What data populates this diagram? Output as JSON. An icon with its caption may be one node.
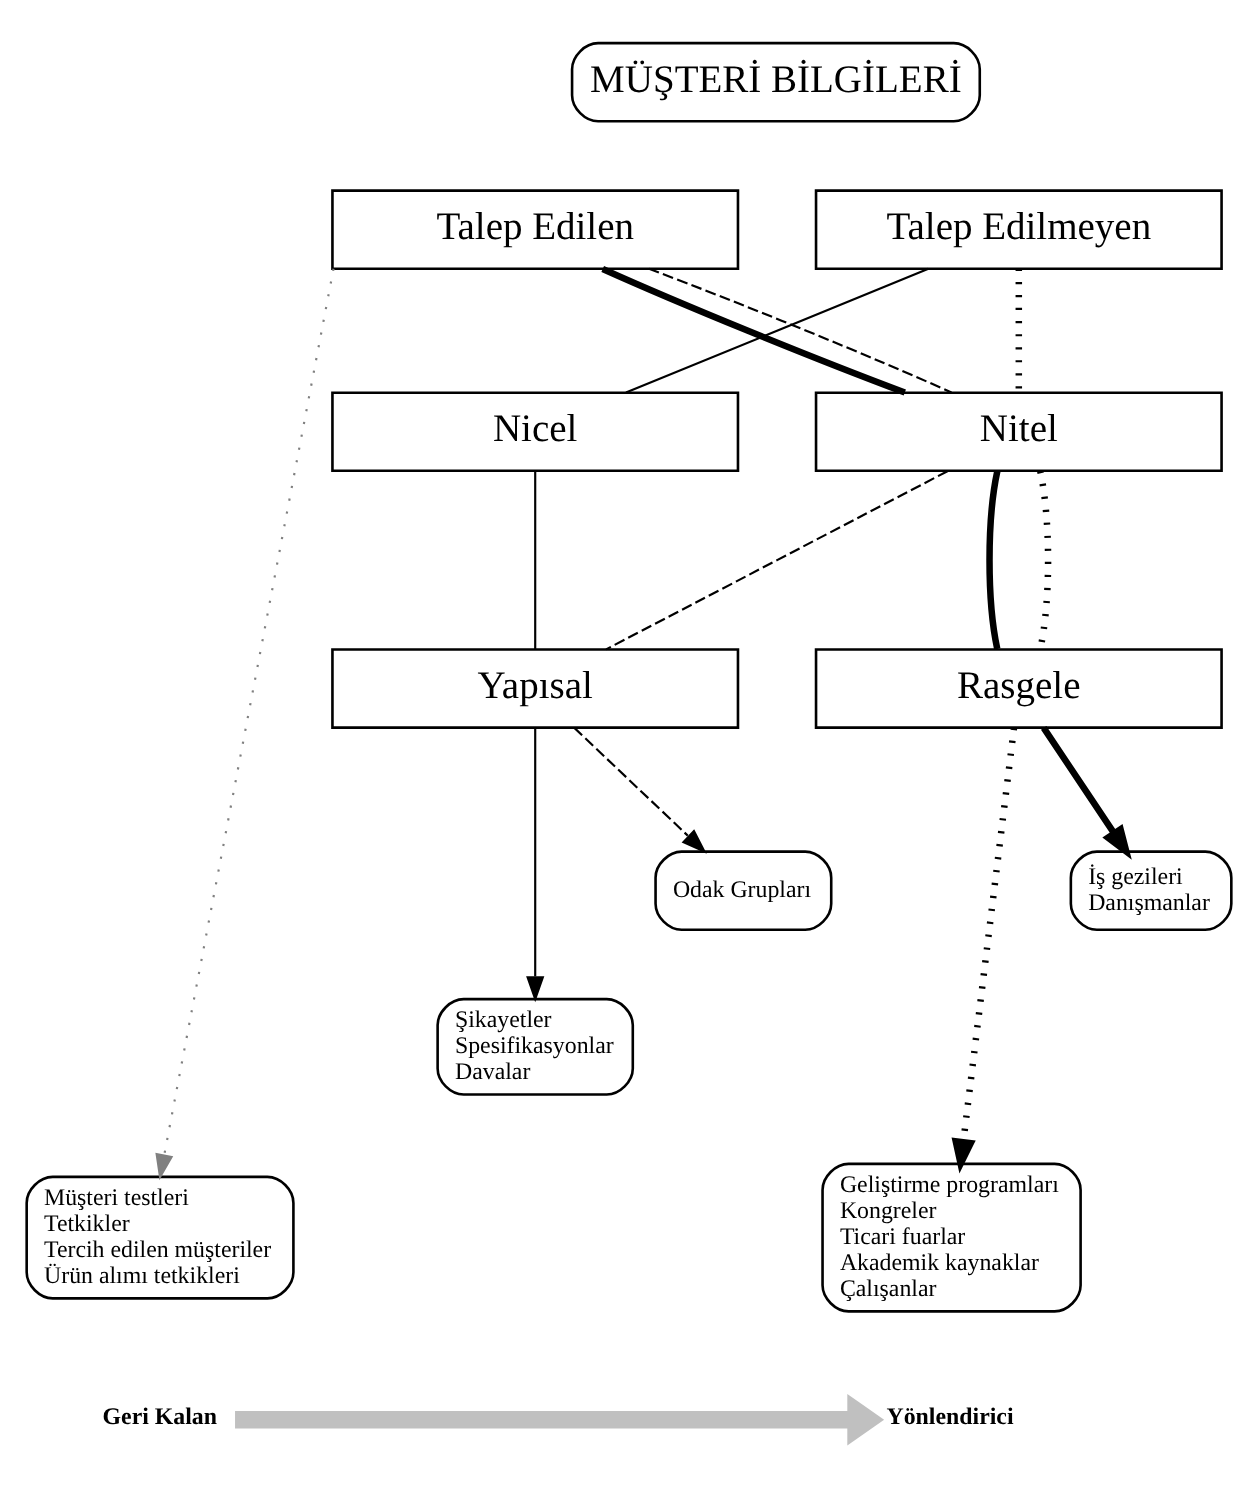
{
  "diagram": {
    "nodes": [
      {
        "text": [
          "MÜŞTERİ BİLGİLERİ"
        ]
      },
      {
        "text": [
          "Talep Edilen"
        ]
      },
      {
        "text": [
          "Talep Edilmeyen"
        ]
      },
      {
        "text": [
          "Nicel"
        ]
      },
      {
        "text": [
          "Nitel"
        ]
      },
      {
        "text": [
          "Yapısal"
        ]
      },
      {
        "text": [
          "Rasgele"
        ]
      },
      {
        "text": [
          "Odak Grupları"
        ]
      },
      {
        "text": [
          "İş gezileri",
          "Danışmanlar"
        ]
      },
      {
        "text": [
          "Şikayetler",
          "Spesifikasyonlar",
          "Davalar"
        ]
      },
      {
        "text": [
          "Müşteri testleri",
          "Tetkikler",
          "Tercih edilen müşteriler",
          "Ürün alımı tetkikleri"
        ]
      },
      {
        "text": [
          "Geliştirme programları",
          "Kongreler",
          "Ticari fuarlar",
          "Akademik kaynaklar",
          "Çalışanlar"
        ]
      },
      {
        "text": [
          "Geri Kalan"
        ]
      },
      {
        "text": [
          "Yönlendirici"
        ]
      }
    ],
    "edges": [
      {
        "from": 1,
        "to": 4,
        "arrow": "none",
        "style": "thick"
      },
      {
        "from": 1,
        "to": 4,
        "arrow": "none",
        "style": "dashed"
      },
      {
        "from": 2,
        "to": 3,
        "arrow": "none"
      },
      {
        "from": 3,
        "to": 5,
        "arrow": "none"
      },
      {
        "from": 4,
        "to": 5,
        "arrow": "none",
        "style": "dashed"
      },
      {
        "from": 4,
        "to": 6,
        "arrow": "none",
        "style": "thick"
      },
      {
        "from": 6,
        "to": 8,
        "arrow": "to",
        "style": "thick"
      },
      {
        "from": 5,
        "to": 7,
        "arrow": "to",
        "style": "dashed"
      },
      {
        "from": 5,
        "to": 9,
        "arrow": "to"
      },
      {
        "from": 1,
        "to": 10,
        "arrow": "to",
        "style": "dashed",
        "color": "#808080"
      },
      {
        "from": 2,
        "to": 4,
        "arrow": "none",
        "style": "dashed",
        "color": "#000000"
      },
      {
        "from": 4,
        "to": 6,
        "arrow": "none",
        "style": "dashed",
        "color": "#000000"
      },
      {
        "from": 6,
        "to": 11,
        "arrow": "to",
        "style": "dashed",
        "color": "#000000"
      },
      {
        "from": 12,
        "to": 13,
        "arrow": "to",
        "style": "thick",
        "color": "#c0c0c0"
      }
    ]
  }
}
